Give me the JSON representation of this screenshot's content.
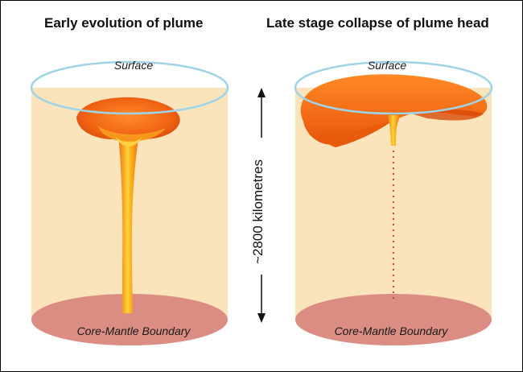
{
  "titles": {
    "left": "Early evolution of plume",
    "right": "Late stage collapse of plume head"
  },
  "labels": {
    "surface": "Surface",
    "core_mantle_boundary": "Core-Mantle Boundary",
    "depth_scale": "~2800 kilometres"
  },
  "colors": {
    "mantle": "#fbe3bc",
    "surface_ring": "#9fd3e6",
    "core_mantle_boundary": "#d98a83",
    "plume_orange": "#f26a12",
    "plume_yellow": "#f9c21e",
    "trail_dots": "#c9483a"
  }
}
